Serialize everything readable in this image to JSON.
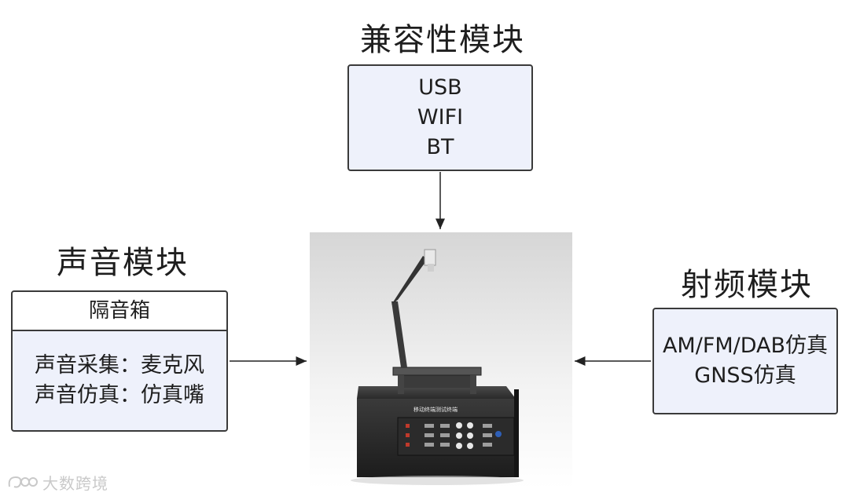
{
  "compat": {
    "title": "兼容性模块",
    "lines": [
      "USB",
      "WIFI",
      "BT"
    ]
  },
  "sound": {
    "title": "声音模块",
    "header": "隔音箱",
    "lines": [
      "声音采集：麦克风",
      "声音仿真：仿真嘴"
    ]
  },
  "rf": {
    "title": "射频模块",
    "lines": [
      "AM/FM/DAB仿真",
      "GNSS仿真"
    ]
  },
  "device": {
    "panel_label": "移动终端测试终端"
  },
  "watermark": {
    "text": "大数跨境"
  },
  "colors": {
    "box_fill": "#eef1fb",
    "border": "#3a3a3a",
    "text": "#1e1e1e",
    "watermark": "#c9c9c9"
  }
}
